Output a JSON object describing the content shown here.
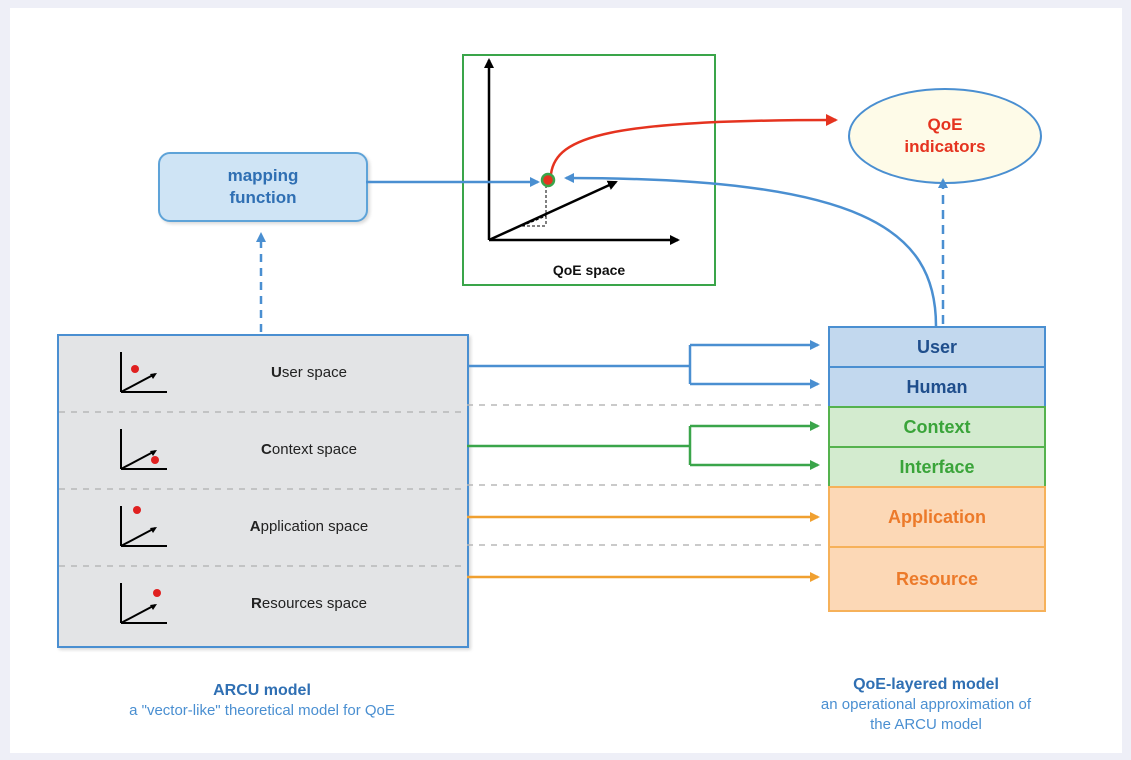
{
  "mapping_function": {
    "line1": "mapping",
    "line2": "function"
  },
  "qoe_space": {
    "label": "QoE space"
  },
  "qoe_indicators": {
    "line1": "QoE",
    "line2": "indicators"
  },
  "arcu_spaces": [
    {
      "initial": "U",
      "rest": "ser space"
    },
    {
      "initial": "C",
      "rest": "ontext space"
    },
    {
      "initial": "A",
      "rest": "pplication space"
    },
    {
      "initial": "R",
      "rest": "esources space"
    }
  ],
  "layers": {
    "user": "User",
    "human": "Human",
    "context": "Context",
    "interface": "Interface",
    "application": "Application",
    "resource": "Resource"
  },
  "captions": {
    "arcu_title": "ARCU model",
    "arcu_sub": "a \"vector-like\"  theoretical model for QoE",
    "layered_title": "QoE-layered model",
    "layered_sub1": "an operational approximation of",
    "layered_sub2": "the ARCU model"
  },
  "colors": {
    "blue": "#4a8fd1",
    "green": "#3aa54a",
    "orange": "#f0a030",
    "red": "#e5331f"
  }
}
